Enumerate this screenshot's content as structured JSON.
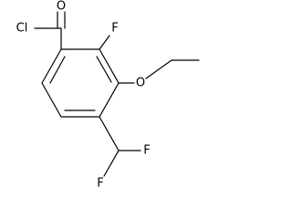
{
  "molecule": {
    "atoms": {
      "carbonyl_oxygen": "O",
      "acyl_chlorine": "Cl",
      "ring_fluorine": "F",
      "ether_oxygen": "O",
      "difluoromethyl_fluorine_right": "F",
      "difluoromethyl_fluorine_left": "F"
    }
  },
  "colors": {
    "bond": "#000000",
    "label": "#000000",
    "background": "#ffffff"
  }
}
